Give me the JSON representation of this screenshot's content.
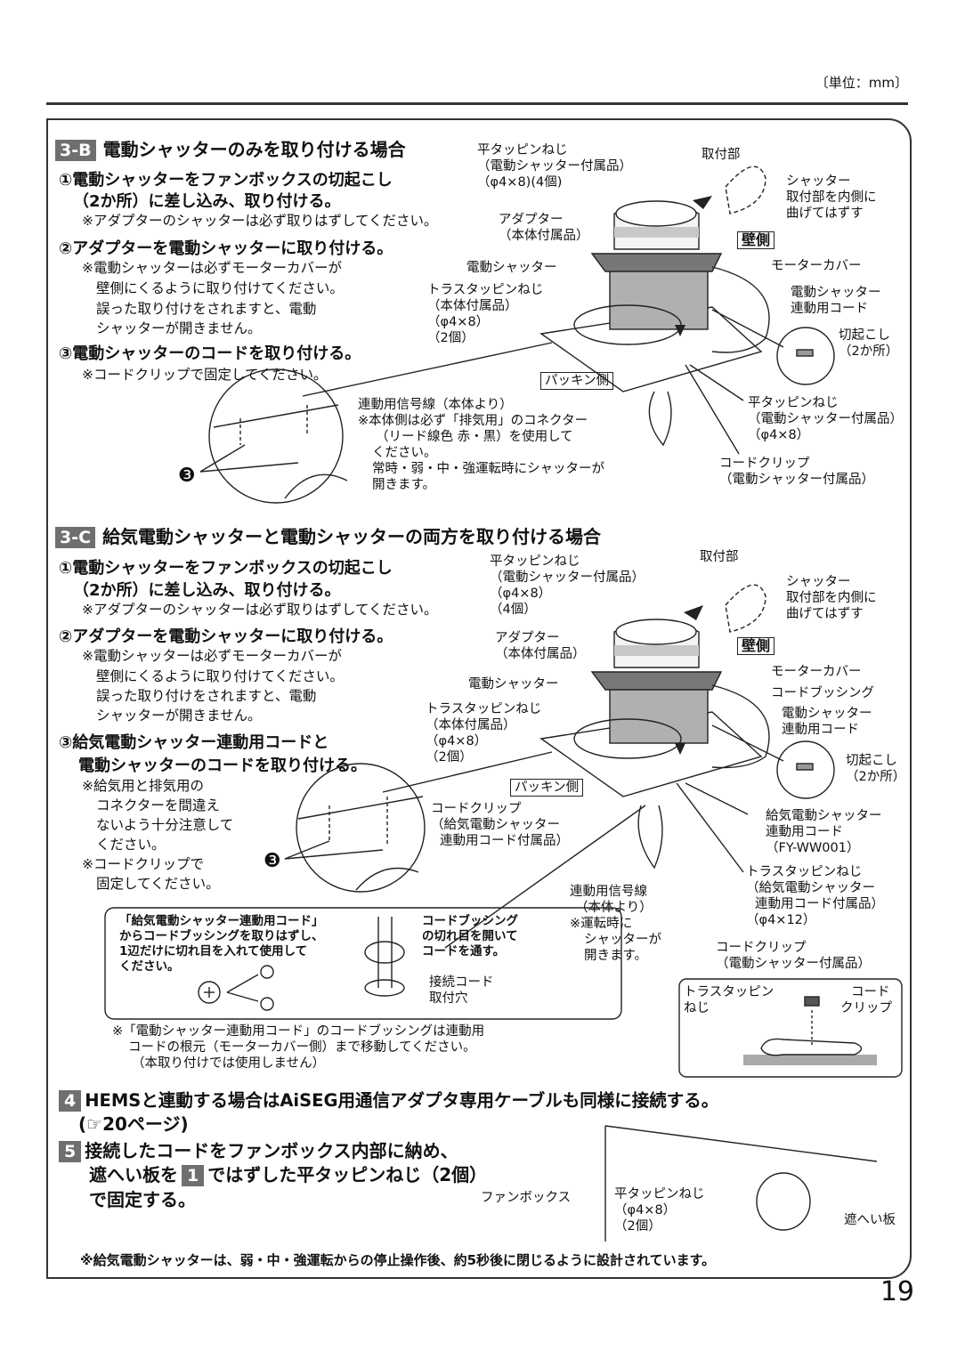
{
  "unit": "〔単位：mm〕",
  "page_number": "19",
  "sec3b": {
    "badge": "3-B",
    "title": "電動シャッターのみを取り付ける場合",
    "s1a": "①電動シャッターをファンボックスの切起こし",
    "s1b": "（2か所）に差し込み、取り付ける。",
    "n1": "※アダプターのシャッターは必ず取りはずしてください。",
    "s2": "②アダプターを電動シャッターに取り付ける。",
    "n2a": "※電動シャッターは必ずモーターカバーが",
    "n2b": "壁側にくるように取り付けてください。",
    "n2c": "誤った取り付けをされますと、電動",
    "n2d": "シャッターが開きません。",
    "s3": "③電動シャッターのコードを取り付ける。",
    "n3": "※コードクリップで固定してください。",
    "labels": {
      "screw_a": "平タッピンねじ",
      "screw_b": "（電動シャッター付属品）",
      "screw_c": "（φ4×8)(4個)",
      "mount": "取付部",
      "shutter_a": "シャッター",
      "shutter_b": "取付部を内側に",
      "shutter_c": "曲げてはずす",
      "adapter_a": "アダプター",
      "adapter_b": "（本体付属品）",
      "wall": "壁側",
      "eshutter": "電動シャッター",
      "motor": "モーターカバー",
      "truss_a": "トラスタッピンねじ",
      "truss_b": "（本体付属品）",
      "truss_c": "（φ4×8）",
      "truss_d": "（2個）",
      "cord_a": "電動シャッター",
      "cord_b": "連動用コード",
      "kiri_a": "切起こし",
      "kiri_b": "（2か所）",
      "packing": "パッキン側",
      "sig_a": "連動用信号線（本体より）",
      "sig_b": "※本体側は必ず「排気用」のコネクター",
      "sig_c": "（リード線色 赤・黒）を使用して",
      "sig_d": "ください。",
      "sig_e": "常時・弱・中・強運転時にシャッターが",
      "sig_f": "開きます。",
      "screw2_a": "平タッピンねじ",
      "screw2_b": "（電動シャッター付属品）",
      "screw2_c": "（φ4×8）",
      "clip_a": "コードクリップ",
      "clip_b": "（電動シャッター付属品）",
      "num3": "❸"
    }
  },
  "sec3c": {
    "badge": "3-C",
    "title": "給気電動シャッターと電動シャッターの両方を取り付ける場合",
    "s1a": "①電動シャッターをファンボックスの切起こし",
    "s1b": "（2か所）に差し込み、取り付ける。",
    "n1": "※アダプターのシャッターは必ず取りはずしてください。",
    "s2": "②アダプターを電動シャッターに取り付ける。",
    "n2a": "※電動シャッターは必ずモーターカバーが",
    "n2b": "壁側にくるように取り付けてください。",
    "n2c": "誤った取り付けをされますと、電動",
    "n2d": "シャッターが開きません。",
    "s3a": "③給気電動シャッター連動用コードと",
    "s3b": "電動シャッターのコードを取り付ける。",
    "n3a": "※給気用と排気用の",
    "n3b": "コネクターを間違え",
    "n3c": "ないよう十分注意して",
    "n3d": "ください。",
    "n4a": "※コードクリップで",
    "n4b": "固定してください。",
    "labels": {
      "screw_a": "平タッピンねじ",
      "screw_b": "（電動シャッター付属品）",
      "screw_c": "（φ4×8）",
      "screw_d": "（4個）",
      "mount": "取付部",
      "shutter_a": "シャッター",
      "shutter_b": "取付部を内側に",
      "shutter_c": "曲げてはずす",
      "adapter_a": "アダプター",
      "adapter_b": "（本体付属品）",
      "wall": "壁側",
      "eshutter": "電動シャッター",
      "motor": "モーターカバー",
      "bushing": "コードブッシング",
      "truss_a": "トラスタッピンねじ",
      "truss_b": "（本体付属品）",
      "truss_c": "（φ4×8）",
      "truss_d": "（2個）",
      "cord_a": "電動シャッター",
      "cord_b": "連動用コード",
      "kiri_a": "切起こし",
      "kiri_b": "（2か所）",
      "packing": "パッキン側",
      "clip_a": "コードクリップ",
      "clip_b": "（給気電動シャッター",
      "clip_c": "連動用コード付属品）",
      "kcord_a": "給気電動シャッター",
      "kcord_b": "連動用コード",
      "kcord_c": "（FY-WW001）",
      "ktruss_a": "トラスタッピンねじ",
      "ktruss_b": "（給気電動シャッター",
      "ktruss_c": "連動用コード付属品）",
      "ktruss_d": "（φ4×12）",
      "sig_a": "連動用信号線",
      "sig_b": "（本体より）",
      "sig_c": "※運転時に",
      "sig_d": "シャッターが",
      "sig_e": "開きます。",
      "clip2_a": "コードクリップ",
      "clip2_b": "（電動シャッター付属品）",
      "num3": "❸"
    },
    "box": {
      "a": "「給気電動シャッター連動用コード」",
      "b": "からコードブッシングを取りはずし、",
      "c": "1辺だけに切れ目を入れて使用して",
      "d": "ください。",
      "e": "コードブッシング",
      "f": "の切れ目を開いて",
      "g": "コードを通す。",
      "h": "接続コード",
      "i": "取付穴"
    },
    "note_a": "※「電動シャッター連動用コード」のコードブッシングは連動用",
    "note_b": "コードの根元（モーターカバー側）まで移動してください。",
    "note_c": "（本取り付けでは使用しません）",
    "inset": {
      "a": "トラスタッピン",
      "b": "ねじ",
      "c": "コード",
      "d": "クリップ"
    }
  },
  "sec4": {
    "badge": "4",
    "a": "HEMSと連動する場合はAiSEG用通信アダプタ専用ケーブルも同様に接続する。",
    "b": "(☞20ページ)"
  },
  "sec5": {
    "badge": "5",
    "a": "接続したコードをファンボックス内部に納め、",
    "b1": "遮へい板を",
    "b_badge": "1",
    "b2": "ではずした平タッピンねじ（2個）",
    "c": "で固定する。",
    "fanbox": "ファンボックス",
    "screw_a": "平タッピンねじ",
    "screw_b": "（φ4×8）",
    "screw_c": "（2個）",
    "plate": "遮へい板"
  },
  "footer_note": "※給気電動シャッターは、弱・中・強運転からの停止操作後、約5秒後に閉じるように設計されています。",
  "colors": {
    "badge": "#6f6f6f",
    "frame": "#333333",
    "box_gray": "#9a9a9a",
    "adapter_band": "#c8c8c8"
  }
}
